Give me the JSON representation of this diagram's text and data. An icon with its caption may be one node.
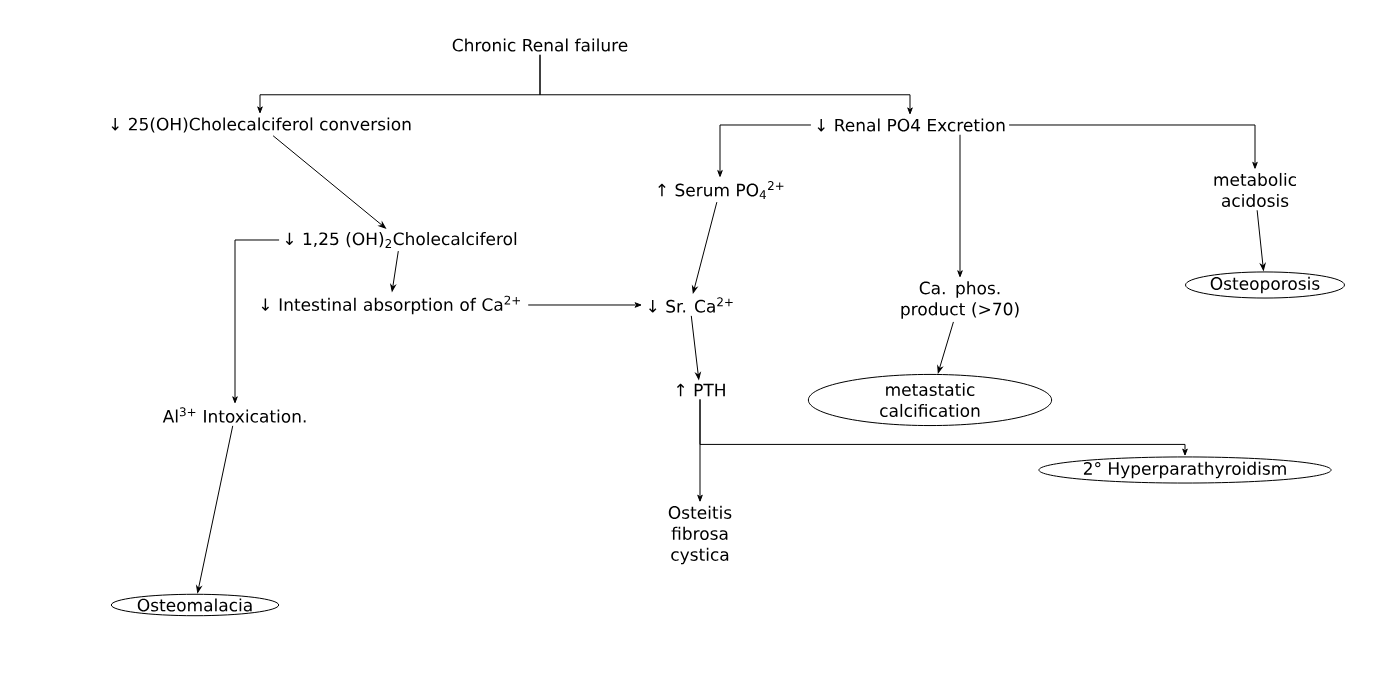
{
  "diagram": {
    "nodes": [
      {
        "text": [
          "Chronic Renal failure"
        ]
      },
      {
        "text": [
          "↓ 25(OH)Cholecalciferol conversion"
        ]
      },
      {
        "text": [
          "↓ Renal PO4 Excretion"
        ]
      },
      {
        "text": [
          "↑ Serum PO$_{4}$$^{2+}$"
        ]
      },
      {
        "text": [
          "metabolic acidosis"
        ]
      },
      {
        "text": [
          "↓ 1,25 (OH)$_{2}$Cholecalciferol"
        ]
      },
      {
        "text": [
          "↓ Intestinal absorption of Ca$^{2+}$"
        ]
      },
      {
        "text": [
          "↓ Sr. Ca$^{2+}$"
        ]
      },
      {
        "text": [
          "Ca. phos. product (>70)"
        ]
      },
      {
        "text": [
          "Osteoporosis"
        ]
      },
      {
        "text": [
          "metastatic calcification"
        ]
      },
      {
        "text": [
          "↑ PTH"
        ]
      },
      {
        "text": [
          "Al$^{3+}$ Intoxication."
        ]
      },
      {
        "text": [
          "2° Hyperparathyroidism"
        ]
      },
      {
        "text": [
          "Osteitis fibrosa cystica"
        ]
      },
      {
        "text": [
          "Osteomalacia"
        ]
      }
    ],
    "edges": [
      {
        "from": 0,
        "to": 1,
        "arrow": "to"
      },
      {
        "from": 0,
        "to": 2,
        "arrow": "to"
      },
      {
        "from": 1,
        "to": 5,
        "arrow": "to"
      },
      {
        "from": 5,
        "to": 6,
        "arrow": "to"
      },
      {
        "from": 5,
        "to": 12,
        "arrow": "to"
      },
      {
        "from": 12,
        "to": 15,
        "arrow": "to"
      },
      {
        "from": 6,
        "to": 7,
        "arrow": "to"
      },
      {
        "from": 2,
        "to": 3,
        "arrow": "to"
      },
      {
        "from": 2,
        "to": 8,
        "arrow": "to"
      },
      {
        "from": 2,
        "to": 4,
        "arrow": "to"
      },
      {
        "from": 3,
        "to": 7,
        "arrow": "to"
      },
      {
        "from": 7,
        "to": 11,
        "arrow": "to"
      },
      {
        "from": 11,
        "to": 14,
        "arrow": "to"
      },
      {
        "from": 11,
        "to": 13,
        "arrow": "to"
      },
      {
        "from": 8,
        "to": 10,
        "arrow": "to"
      },
      {
        "from": 4,
        "to": 9,
        "arrow": "to"
      }
    ]
  }
}
